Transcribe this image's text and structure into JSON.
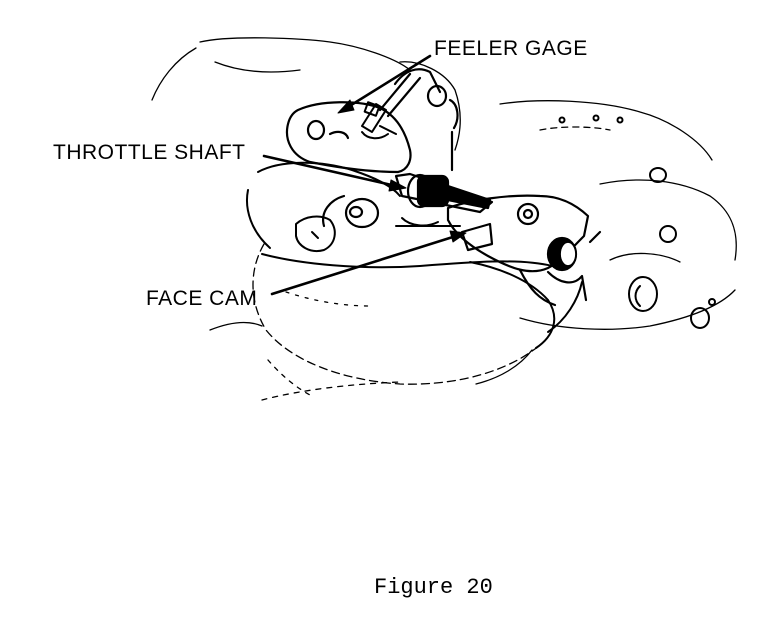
{
  "labels": {
    "feeler_gage": "FEELER GAGE",
    "throttle_shaft": "THROTTLE SHAFT",
    "face_cam": "FACE CAM"
  },
  "caption": "Figure 20",
  "colors": {
    "ink": "#000000",
    "paper": "#ffffff"
  }
}
